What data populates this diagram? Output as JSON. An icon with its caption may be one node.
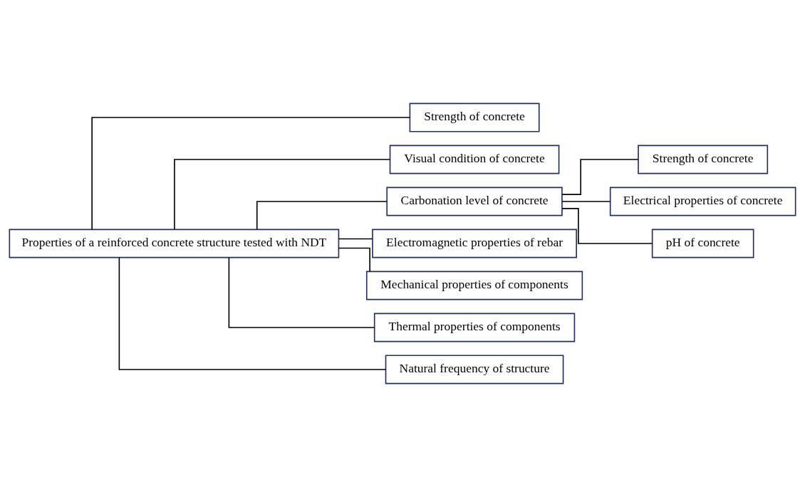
{
  "diagram": {
    "nodes": [
      {
        "text": [
          "Properties of a reinforced concrete structure tested with NDT"
        ]
      },
      {
        "text": [
          "Strength of concrete"
        ]
      },
      {
        "text": [
          "Visual condition of concrete"
        ]
      },
      {
        "text": [
          "Carbonation level of concrete"
        ]
      },
      {
        "text": [
          "Electromagnetic properties of rebar"
        ]
      },
      {
        "text": [
          "Mechanical properties of components"
        ]
      },
      {
        "text": [
          "Thermal properties of components"
        ]
      },
      {
        "text": [
          "Natural frequency of structure"
        ]
      },
      {
        "text": [
          "Strength of concrete"
        ]
      },
      {
        "text": [
          "Electrical properties of concrete"
        ]
      },
      {
        "text": [
          "pH of concrete"
        ]
      }
    ],
    "edges": [
      {
        "from": 0,
        "to": 1,
        "arrow": "none"
      },
      {
        "from": 0,
        "to": 2,
        "arrow": "none"
      },
      {
        "from": 0,
        "to": 3,
        "arrow": "none"
      },
      {
        "from": 0,
        "to": 4,
        "arrow": "none"
      },
      {
        "from": 0,
        "to": 5,
        "arrow": "none"
      },
      {
        "from": 0,
        "to": 6,
        "arrow": "none"
      },
      {
        "from": 0,
        "to": 7,
        "arrow": "none"
      },
      {
        "from": 3,
        "to": 8,
        "arrow": "none"
      },
      {
        "from": 3,
        "to": 9,
        "arrow": "none"
      },
      {
        "from": 3,
        "to": 10,
        "arrow": "none"
      }
    ]
  }
}
